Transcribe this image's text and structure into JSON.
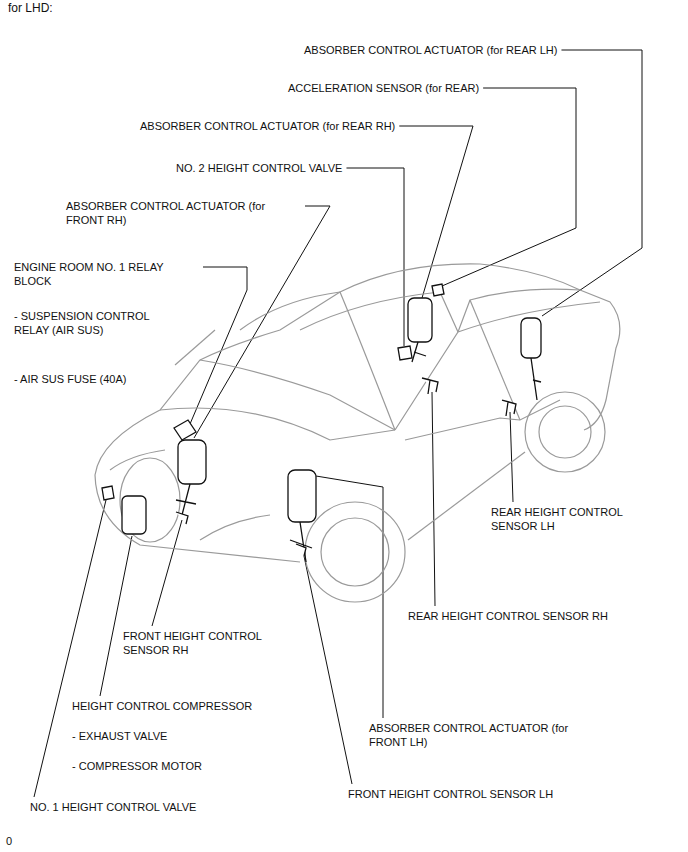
{
  "diagram": {
    "title": "for LHD:",
    "labels": [
      "ABSORBER CONTROL ACTUATOR (for REAR LH)",
      "ACCELERATION SENSOR (for REAR)",
      "ABSORBER CONTROL ACTUATOR (for REAR RH)",
      "NO. 2 HEIGHT CONTROL VALVE",
      "ABSORBER CONTROL ACTUATOR (for FRONT RH)",
      "ENGINE ROOM NO. 1 RELAY BLOCK",
      "- SUSPENSION CONTROL RELAY (AIR SUS)",
      "- AIR SUS FUSE (40A)",
      "REAR HEIGHT CONTROL SENSOR LH",
      "REAR HEIGHT CONTROL SENSOR RH",
      "FRONT HEIGHT CONTROL SENSOR RH",
      "HEIGHT CONTROL COMPRESSOR",
      "- EXHAUST VALVE",
      "- COMPRESSOR MOTOR",
      "ABSORBER CONTROL ACTUATOR (for FRONT LH)",
      "FRONT HEIGHT CONTROL SENSOR LH",
      "NO. 1 HEIGHT CONTROL VALVE",
      "0"
    ]
  }
}
